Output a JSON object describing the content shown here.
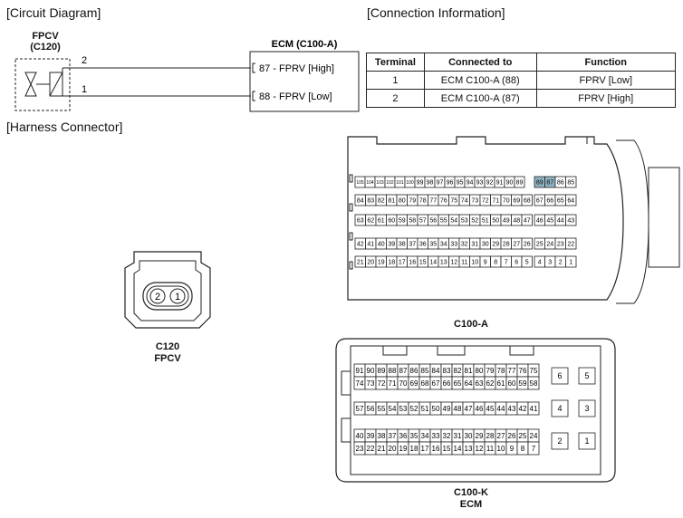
{
  "sections": {
    "circuit": "[Circuit Diagram]",
    "connection": "[Connection Information]",
    "harness": "[Harness Connector]"
  },
  "circuit": {
    "fpcv_name": "FPCV",
    "fpcv_code": "(C120)",
    "wire_top_num": "2",
    "wire_bottom_num": "1",
    "ecm_title": "ECM (C100-A)",
    "ecm_pin_top": "87 - FPRV [High]",
    "ecm_pin_bottom": "88 - FPRV [Low]"
  },
  "connection_table": {
    "headers": [
      "Terminal",
      "Connected to",
      "Function"
    ],
    "rows": [
      [
        "1",
        "ECM C100-A (88)",
        "FPRV [Low]"
      ],
      [
        "2",
        "ECM C100-A (87)",
        "FPRV [High]"
      ]
    ]
  },
  "c120": {
    "pins": [
      "2",
      "1"
    ],
    "label_line1": "C120",
    "label_line2": "FPCV"
  },
  "c100a": {
    "label": "C100-A",
    "highlight_color": "#8fb4c4",
    "highlighted_pins": [
      "89",
      "87"
    ],
    "left_rows": [
      [
        "105",
        "104",
        "103",
        "102",
        "101",
        "100",
        "99",
        "98",
        "97",
        "96",
        "95",
        "94",
        "93",
        "92",
        "91",
        "90",
        "89"
      ],
      [
        "84",
        "83",
        "82",
        "81",
        "80",
        "79",
        "78",
        "77",
        "76",
        "75",
        "74",
        "73",
        "72",
        "71",
        "70",
        "69",
        "68"
      ],
      [
        "63",
        "62",
        "61",
        "60",
        "59",
        "58",
        "57",
        "56",
        "55",
        "54",
        "53",
        "52",
        "51",
        "50",
        "49",
        "48",
        "47"
      ],
      [
        "42",
        "41",
        "40",
        "39",
        "38",
        "37",
        "36",
        "35",
        "34",
        "33",
        "32",
        "31",
        "30",
        "29",
        "28",
        "27",
        "26"
      ],
      [
        "21",
        "20",
        "19",
        "18",
        "17",
        "16",
        "15",
        "14",
        "13",
        "12",
        "11",
        "10",
        "9",
        "8",
        "7",
        "6",
        "5"
      ]
    ],
    "right_rows": [
      [
        "89",
        "87",
        "86",
        "85"
      ],
      [
        "67",
        "66",
        "65",
        "64"
      ],
      [
        "46",
        "45",
        "44",
        "43"
      ],
      [
        "25",
        "24",
        "23",
        "22"
      ],
      [
        "4",
        "3",
        "2",
        "1"
      ]
    ]
  },
  "c100k": {
    "label_line1": "C100-K",
    "label_line2": "ECM",
    "left_rows": [
      [
        "91",
        "90",
        "89",
        "88",
        "87",
        "86",
        "85",
        "84",
        "83",
        "82",
        "81",
        "80",
        "79",
        "78",
        "77",
        "76",
        "75"
      ],
      [
        "74",
        "73",
        "72",
        "71",
        "70",
        "69",
        "68",
        "67",
        "66",
        "65",
        "64",
        "63",
        "62",
        "61",
        "60",
        "59",
        "58"
      ],
      [
        "57",
        "56",
        "55",
        "54",
        "53",
        "52",
        "51",
        "50",
        "49",
        "48",
        "47",
        "46",
        "45",
        "44",
        "43",
        "42",
        "41"
      ],
      [
        "40",
        "39",
        "38",
        "37",
        "36",
        "35",
        "34",
        "33",
        "32",
        "31",
        "30",
        "29",
        "28",
        "27",
        "26",
        "25",
        "24"
      ],
      [
        "23",
        "22",
        "21",
        "20",
        "19",
        "18",
        "17",
        "16",
        "15",
        "14",
        "13",
        "12",
        "11",
        "10",
        "9",
        "8",
        "7"
      ]
    ],
    "right_pins": [
      [
        "6",
        "5"
      ],
      [
        "4",
        "3"
      ],
      [
        "2",
        "1"
      ]
    ]
  }
}
